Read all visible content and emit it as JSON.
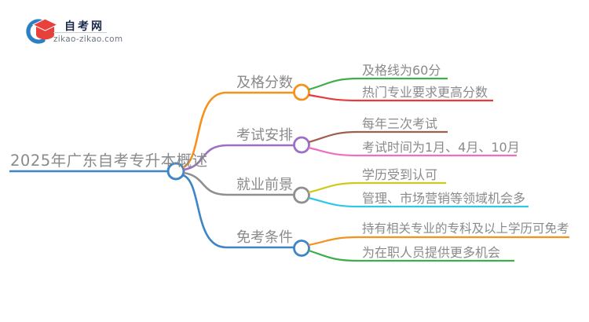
{
  "logo": {
    "site_name": "自考网",
    "site_domain": "zikao-zikao.com",
    "brand_blue": "#2b7fc3",
    "brand_red": "#e8413c"
  },
  "colors": {
    "root_blue": "#3d85c6",
    "orange": "#f5921e",
    "purple": "#9d6fc3",
    "gray": "#8f8f8f",
    "blue": "#3d85c6",
    "green": "#3fae49",
    "red": "#e8393d",
    "brown": "#9e5f4c",
    "pink": "#ef6ec2",
    "yellow_green": "#cfc81f",
    "cyan": "#2fc7e8",
    "text_gray": "#8a8a8a"
  },
  "mindmap": {
    "root": {
      "label": "2025年广东自考专升本概述",
      "color": "#3d85c6"
    },
    "branches": [
      {
        "label": "及格分数",
        "color": "#f5921e",
        "children": [
          {
            "label": "及格线为60分",
            "color": "#3fae49"
          },
          {
            "label": "热门专业要求更高分数",
            "color": "#e8393d"
          }
        ]
      },
      {
        "label": "考试安排",
        "color": "#9d6fc3",
        "children": [
          {
            "label": "每年三次考试",
            "color": "#9e5f4c"
          },
          {
            "label": "考试时间为1月、4月、10月",
            "color": "#ef6ec2"
          }
        ]
      },
      {
        "label": "就业前景",
        "color": "#8f8f8f",
        "children": [
          {
            "label": "学历受到认可",
            "color": "#cfc81f"
          },
          {
            "label": "管理、市场营销等领域机会多",
            "color": "#2fc7e8"
          }
        ]
      },
      {
        "label": "免考条件",
        "color": "#3d85c6",
        "children": [
          {
            "label": "持有相关专业的专科及以上学历可免考",
            "color": "#f5921e"
          },
          {
            "label": "为在职人员提供更多机会",
            "color": "#3fae49"
          }
        ]
      }
    ]
  }
}
